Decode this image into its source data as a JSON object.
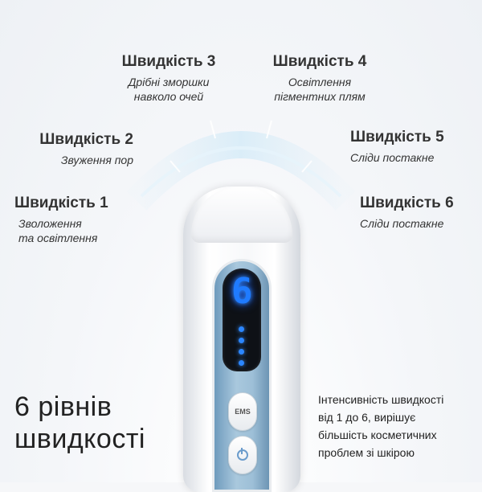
{
  "speeds": [
    {
      "title": "Швидкість 1",
      "desc": "Зволоження\nта освітлення"
    },
    {
      "title": "Швидкість 2",
      "desc": "Звуження пор"
    },
    {
      "title": "Швидкість 3",
      "desc": "Дрібні зморшки\nнавколо очей"
    },
    {
      "title": "Швидкість 4",
      "desc": "Освітлення\nпігментних плям"
    },
    {
      "title": "Швидкість 5",
      "desc": "Сліди постакне"
    },
    {
      "title": "Швидкість 6",
      "desc": "Сліди постакне"
    }
  ],
  "headline": "6 рівнів\nшвидкості",
  "description": "Інтенсивність швидкості\nвід 1 до 6, вирішує\nбільшість косметичних\nпроблем зі шкірою",
  "device": {
    "display_digit": "6",
    "ems_label": "EMS",
    "level_dots": 4,
    "accent_color": "#2b86ff",
    "panel_color": "#9dbfd7"
  },
  "icons": [
    "power-icon"
  ]
}
